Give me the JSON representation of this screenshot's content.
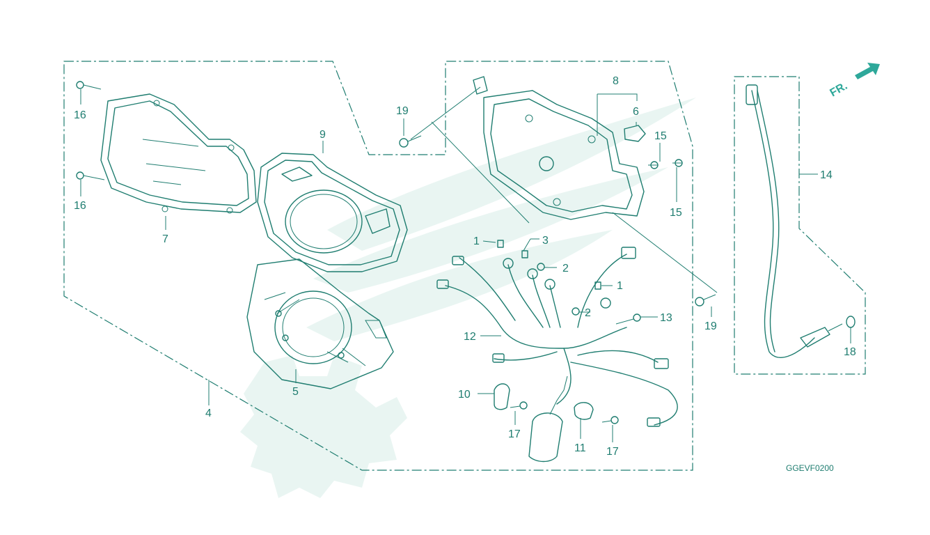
{
  "diagram_code": "GGEVF0200",
  "direction_label": "FR.",
  "callouts": [
    {
      "id": "c16a",
      "label": "16"
    },
    {
      "id": "c16b",
      "label": "16"
    },
    {
      "id": "c7",
      "label": "7"
    },
    {
      "id": "c9",
      "label": "9"
    },
    {
      "id": "c19a",
      "label": "19"
    },
    {
      "id": "c8",
      "label": "8"
    },
    {
      "id": "c6",
      "label": "6"
    },
    {
      "id": "c15a",
      "label": "15"
    },
    {
      "id": "c15b",
      "label": "15"
    },
    {
      "id": "c14",
      "label": "14"
    },
    {
      "id": "c1a",
      "label": "1"
    },
    {
      "id": "c3",
      "label": "3"
    },
    {
      "id": "c2a",
      "label": "2"
    },
    {
      "id": "c1b",
      "label": "1"
    },
    {
      "id": "c2b",
      "label": "2"
    },
    {
      "id": "c13",
      "label": "13"
    },
    {
      "id": "c19b",
      "label": "19"
    },
    {
      "id": "c18",
      "label": "18"
    },
    {
      "id": "c12",
      "label": "12"
    },
    {
      "id": "c5",
      "label": "5"
    },
    {
      "id": "c4",
      "label": "4"
    },
    {
      "id": "c10",
      "label": "10"
    },
    {
      "id": "c17a",
      "label": "17"
    },
    {
      "id": "c11",
      "label": "11"
    },
    {
      "id": "c17b",
      "label": "17"
    }
  ],
  "colors": {
    "line": "#1f7d70",
    "accent": "#2ea89a",
    "watermark": "#e9f5f2"
  }
}
